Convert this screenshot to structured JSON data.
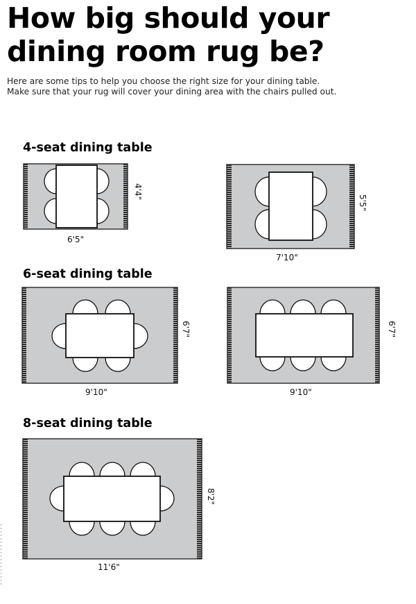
{
  "header": {
    "title_line1": "How big should your",
    "title_line2": "dining room rug be?",
    "subtitle_line1": "Here are some tips to help you choose the right size for your dining table.",
    "subtitle_line2": "Make sure that your rug will cover your dining area with the chairs pulled out."
  },
  "colors": {
    "rug_fill": "#cbcccd",
    "rug_border": "#333333",
    "fringe": "#2a2a2a",
    "table_fill": "#ffffff",
    "outline": "#111111"
  },
  "sections": [
    {
      "heading": "4-seat dining table",
      "diagrams": [
        {
          "width_label": "6'5\"",
          "height_label": "4'4\""
        },
        {
          "width_label": "7'10\"",
          "height_label": "5'5\""
        }
      ]
    },
    {
      "heading": "6-seat dining table",
      "diagrams": [
        {
          "width_label": "9'10\"",
          "height_label": "6'7\""
        },
        {
          "width_label": "9'10\"",
          "height_label": "6'7\""
        }
      ]
    },
    {
      "heading": "8-seat dining table",
      "diagrams": [
        {
          "width_label": "11'6\"",
          "height_label": "8'2\""
        }
      ]
    }
  ]
}
